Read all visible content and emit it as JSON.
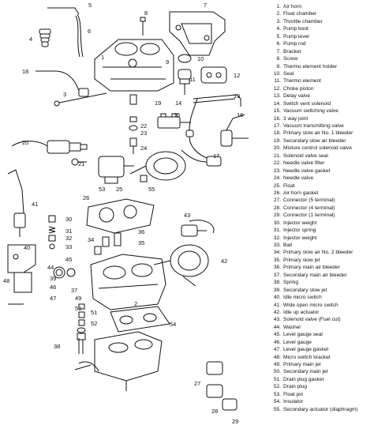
{
  "legend": [
    {
      "num": "1.",
      "text": "Air horn"
    },
    {
      "num": "2.",
      "text": "Float chamber"
    },
    {
      "num": "3.",
      "text": "Throttle chamber"
    },
    {
      "num": "4.",
      "text": "Pump boot"
    },
    {
      "num": "5.",
      "text": "Pump lever"
    },
    {
      "num": "6.",
      "text": "Pump rod"
    },
    {
      "num": "7.",
      "text": "Bracket"
    },
    {
      "num": "8.",
      "text": "Screw"
    },
    {
      "num": "9.",
      "text": "Thermo element holder"
    },
    {
      "num": "10.",
      "text": "Seal"
    },
    {
      "num": "11.",
      "text": "Thermo element"
    },
    {
      "num": "12.",
      "text": "Choke piston"
    },
    {
      "num": "13.",
      "text": "Delay valve"
    },
    {
      "num": "14.",
      "text": "Switch vent solenoid"
    },
    {
      "num": "15.",
      "text": "Vacuum switching valve"
    },
    {
      "num": "16.",
      "text": "3 way joint"
    },
    {
      "num": "17.",
      "text": "Vacuum transmitting valve"
    },
    {
      "num": "18.",
      "text": "Primary slow air No. 1 bleeder"
    },
    {
      "num": "19.",
      "text": "Secondary slow air bleeder"
    },
    {
      "num": "20.",
      "text": "Mixture control solenoid valve"
    },
    {
      "num": "21.",
      "text": "Solenoid valve seal"
    },
    {
      "num": "22.",
      "text": "Needle valve filter"
    },
    {
      "num": "23.",
      "text": "Needle valve gasket"
    },
    {
      "num": "24.",
      "text": "Needle valve"
    },
    {
      "num": "25.",
      "text": "Float"
    },
    {
      "num": "26.",
      "text": "Air horn gasket"
    },
    {
      "num": "27.",
      "text": "Connector (5 terminal)"
    },
    {
      "num": "28.",
      "text": "Connector (4 terminal)"
    },
    {
      "num": "29.",
      "text": "Connector (1 terminal)"
    },
    {
      "num": "30.",
      "text": "Injector weight"
    },
    {
      "num": "31.",
      "text": "Injector spring"
    },
    {
      "num": "32.",
      "text": "Injector weight"
    },
    {
      "num": "33.",
      "text": "Ball"
    },
    {
      "num": "34.",
      "text": "Primary slow air No. 2 bleeder"
    },
    {
      "num": "35.",
      "text": "Primary slow jet"
    },
    {
      "num": "36.",
      "text": "Primary main air bleeder"
    },
    {
      "num": "37.",
      "text": "Secondary main air bleeder"
    },
    {
      "num": "38.",
      "text": "Spring"
    },
    {
      "num": "39.",
      "text": "Secondary slow jet"
    },
    {
      "num": "40.",
      "text": "Idle micro switch"
    },
    {
      "num": "41.",
      "text": "Wide open micro switch"
    },
    {
      "num": "42.",
      "text": "Idle up actuator"
    },
    {
      "num": "43.",
      "text": "Solenoid valve (Fuel cut)"
    },
    {
      "num": "44.",
      "text": "Washer"
    },
    {
      "num": "45.",
      "text": "Level gauge seal"
    },
    {
      "num": "46.",
      "text": "Level gauge"
    },
    {
      "num": "47.",
      "text": "Level gauge gasket"
    },
    {
      "num": "48.",
      "text": "Micro switch bracket"
    },
    {
      "num": "49.",
      "text": "Primary main jet"
    },
    {
      "num": "50.",
      "text": "Secondary main jet"
    },
    {
      "num": "51.",
      "text": "Drain plug gasket"
    },
    {
      "num": "52.",
      "text": "Drain plug"
    },
    {
      "num": "53.",
      "text": "Float pin"
    },
    {
      "num": "54.",
      "text": "Insulator"
    },
    {
      "num": "55.",
      "text": "Secondary actuator (diaphragm)"
    }
  ],
  "callouts": [
    "5",
    "7",
    "4",
    "6",
    "8",
    "1",
    "10",
    "9",
    "18",
    "12",
    "11",
    "13",
    "3",
    "19",
    "14",
    "15",
    "16",
    "22",
    "23",
    "24",
    "20",
    "21",
    "17",
    "53",
    "25",
    "55",
    "26",
    "41",
    "30",
    "31",
    "43",
    "34",
    "36",
    "32",
    "33",
    "40",
    "35",
    "45",
    "42",
    "44",
    "39",
    "48",
    "46",
    "37",
    "47",
    "49",
    "50",
    "51",
    "52",
    "38",
    "54",
    "2",
    "27",
    "28",
    "29"
  ]
}
